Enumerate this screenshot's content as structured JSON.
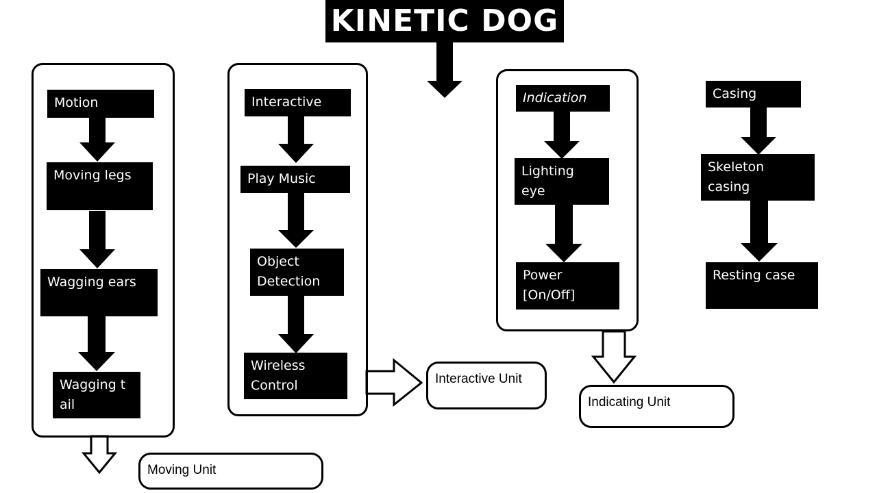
{
  "title": "KINETIC DOG",
  "moving_column": {
    "steps": [
      "Motion",
      "Moving legs",
      "Wagging ears",
      "Wagging t\nail"
    ],
    "unit": "Moving Unit"
  },
  "interactive_column": {
    "steps": [
      "Interactive",
      "Play Music",
      "Object\nDetection",
      "Wireless\nControl"
    ],
    "unit": "Interactive Unit"
  },
  "indication_column": {
    "steps": [
      "Indication",
      "Lighting\neye",
      "Power\n[On/Off]"
    ],
    "unit": "Indicating Unit"
  },
  "casing_column": {
    "steps": [
      "Casing",
      "Skeleton\ncasing",
      "Resting case"
    ]
  },
  "colors": {
    "block_fill": "#000000",
    "block_text": "#ffffff",
    "outline": "#000000",
    "background": "#ffffff"
  }
}
